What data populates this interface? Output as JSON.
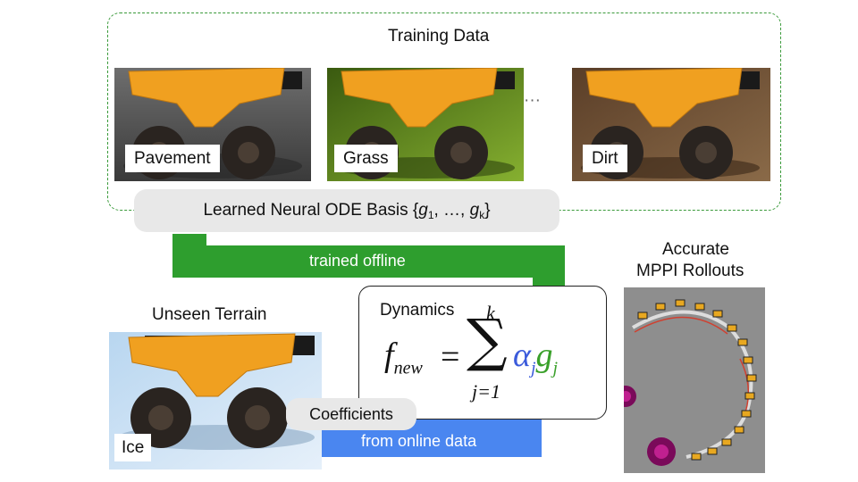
{
  "training": {
    "title": "Training Data",
    "ellipsis": "···",
    "terrains": [
      {
        "label": "Pavement",
        "ground": "#4a4a4a"
      },
      {
        "label": "Grass",
        "ground": "#5c8a1e"
      },
      {
        "label": "Dirt",
        "ground": "#7a5a3a"
      }
    ]
  },
  "basis": {
    "text_prefix": "Learned Neural ODE Basis {",
    "g": "g",
    "sub_1": "1",
    "middle": ", …, ",
    "sub_k": "k",
    "suffix": "}"
  },
  "offline_arrow": {
    "label": "trained offline",
    "color": "#2e9e2e"
  },
  "online_arrow": {
    "label": "from online data",
    "color": "#4a86f0"
  },
  "unseen": {
    "title": "Unseen Terrain",
    "label": "Ice",
    "ground": "#cfe3f5"
  },
  "coefficients": {
    "label": "Coefficients"
  },
  "dynamics": {
    "title": "Dynamics",
    "f": "f",
    "f_sub": "new",
    "equals": "=",
    "sigma": "∑",
    "upper": "k",
    "lower": "j=1",
    "alpha": "α",
    "alpha_sub": "j",
    "g": "g",
    "g_sub": "j",
    "alpha_color": "#3b5bdb",
    "g_color": "#3aa02a"
  },
  "rollouts": {
    "title_line1": "Accurate",
    "title_line2": "MPPI Rollouts"
  }
}
